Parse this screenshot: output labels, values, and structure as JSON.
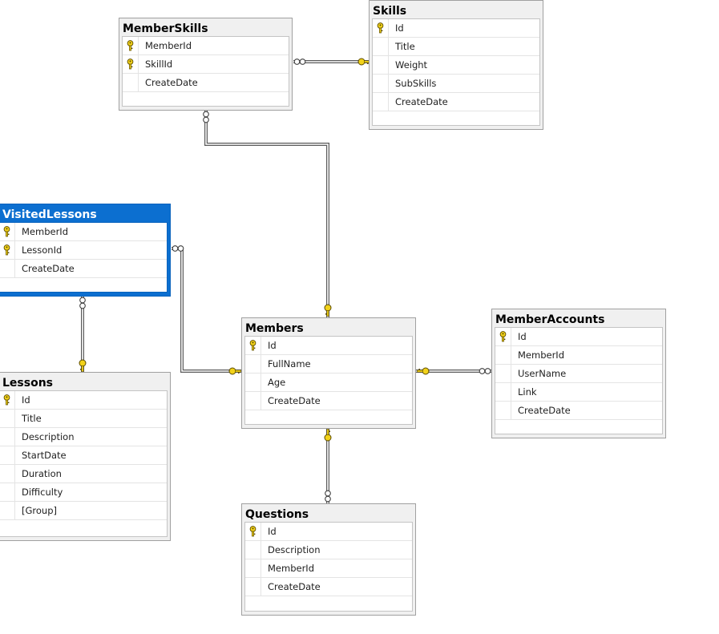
{
  "diagram": {
    "tables": [
      {
        "title": "MemberSkills",
        "columns": [
          {
            "name": "MemberId",
            "key": true
          },
          {
            "name": "SkillId",
            "key": true
          },
          {
            "name": "CreateDate",
            "key": false
          }
        ]
      },
      {
        "title": "Skills",
        "columns": [
          {
            "name": "Id",
            "key": true
          },
          {
            "name": "Title",
            "key": false
          },
          {
            "name": "Weight",
            "key": false
          },
          {
            "name": "SubSkills",
            "key": false
          },
          {
            "name": "CreateDate",
            "key": false
          }
        ]
      },
      {
        "title": "VisitedLessons",
        "selected": true,
        "columns": [
          {
            "name": "MemberId",
            "key": true
          },
          {
            "name": "LessonId",
            "key": true
          },
          {
            "name": "CreateDate",
            "key": false
          }
        ]
      },
      {
        "title": "Members",
        "columns": [
          {
            "name": "Id",
            "key": true
          },
          {
            "name": "FullName",
            "key": false
          },
          {
            "name": "Age",
            "key": false
          },
          {
            "name": "CreateDate",
            "key": false
          }
        ]
      },
      {
        "title": "MemberAccounts",
        "columns": [
          {
            "name": "Id",
            "key": true
          },
          {
            "name": "MemberId",
            "key": false
          },
          {
            "name": "UserName",
            "key": false
          },
          {
            "name": "Link",
            "key": false
          },
          {
            "name": "CreateDate",
            "key": false
          }
        ]
      },
      {
        "title": "Lessons",
        "columns": [
          {
            "name": "Id",
            "key": true
          },
          {
            "name": "Title",
            "key": false
          },
          {
            "name": "Description",
            "key": false
          },
          {
            "name": "StartDate",
            "key": false
          },
          {
            "name": "Duration",
            "key": false
          },
          {
            "name": "Difficulty",
            "key": false
          },
          {
            "name": "[Group]",
            "key": false
          }
        ]
      },
      {
        "title": "Questions",
        "columns": [
          {
            "name": "Id",
            "key": true
          },
          {
            "name": "Description",
            "key": false
          },
          {
            "name": "MemberId",
            "key": false
          },
          {
            "name": "CreateDate",
            "key": false
          }
        ]
      }
    ],
    "relationships": [
      {
        "many": "MemberSkills",
        "one": "Skills"
      },
      {
        "many": "MemberSkills",
        "one": "Members"
      },
      {
        "many": "VisitedLessons",
        "one": "Members"
      },
      {
        "many": "VisitedLessons",
        "one": "Lessons"
      },
      {
        "many": "MemberAccounts",
        "one": "Members"
      },
      {
        "many": "Questions",
        "one": "Members"
      }
    ],
    "colors": {
      "key_fill": "#f2d21a",
      "key_stroke": "#5a4a00",
      "selected_header": "#0c6fd0",
      "line": "#5a5a5a"
    }
  }
}
